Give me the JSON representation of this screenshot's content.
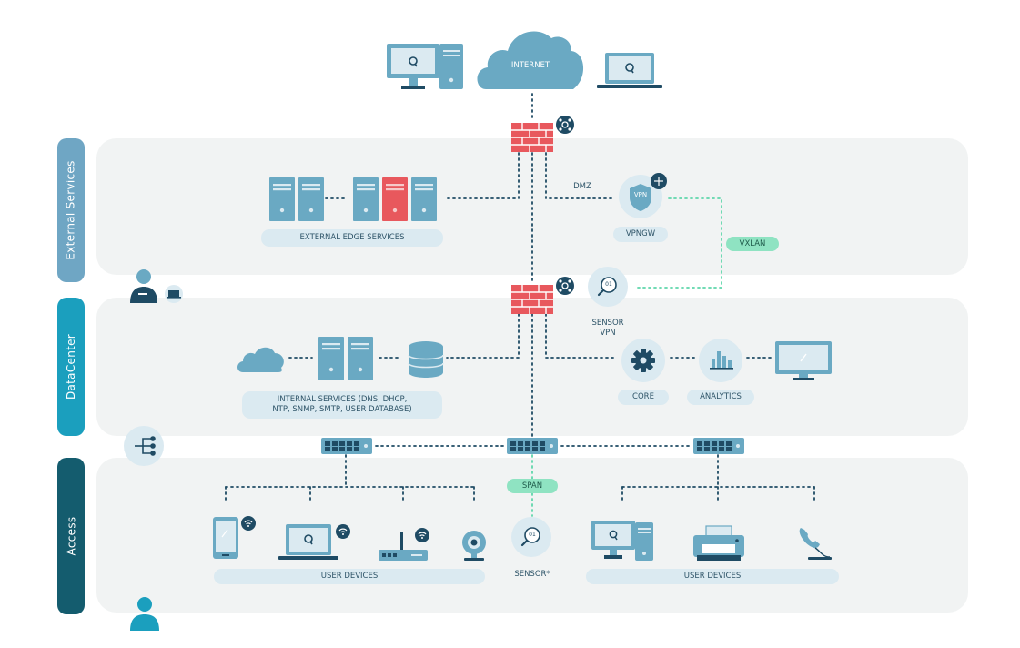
{
  "zones": {
    "external": "External Services",
    "datacenter": "DataCenter",
    "access": "Access"
  },
  "labels": {
    "internet": "INTERNET",
    "dmz": "DMZ",
    "vpn_badge": "VPN",
    "vpngw": "VPNGW",
    "vxlan": "VXLAN",
    "external_edge": "EXTERNAL EDGE SERVICES",
    "sensor_vpn_line1": "SENSOR",
    "sensor_vpn_line2": "VPN",
    "sensor_code": "01",
    "internal_services_line1": "INTERNAL SERVICES (DNS, DHCP,",
    "internal_services_line2": "NTP, SNMP, SMTP, USER DATABASE)",
    "core": "CORE",
    "analytics": "ANALYTICS",
    "span": "SPAN",
    "sensor_access": "SENSOR*",
    "user_devices_left": "USER DEVICES",
    "user_devices_right": "USER DEVICES"
  },
  "colors": {
    "zone_external": "#6fa6c4",
    "zone_datacenter": "#1b9fbe",
    "zone_access": "#145c6e",
    "firewall": "#e8585d",
    "server": "#6aa9c3",
    "server_highlight": "#e8585d",
    "link_dotted": "#1f4b64",
    "link_vxlan": "#5fd6ab"
  },
  "icons": [
    "firewall-icon",
    "cloud-icon",
    "desktop-icon",
    "laptop-icon",
    "server-icon",
    "vpn-shield-icon",
    "sensor-icon",
    "gear-icon",
    "bar-chart-icon",
    "monitor-icon",
    "database-icon",
    "switch-icon",
    "phone-icon",
    "wifi-icon",
    "router-icon",
    "webcam-icon",
    "printer-icon",
    "telephone-icon",
    "user-icon",
    "topology-icon",
    "hub-icon"
  ]
}
